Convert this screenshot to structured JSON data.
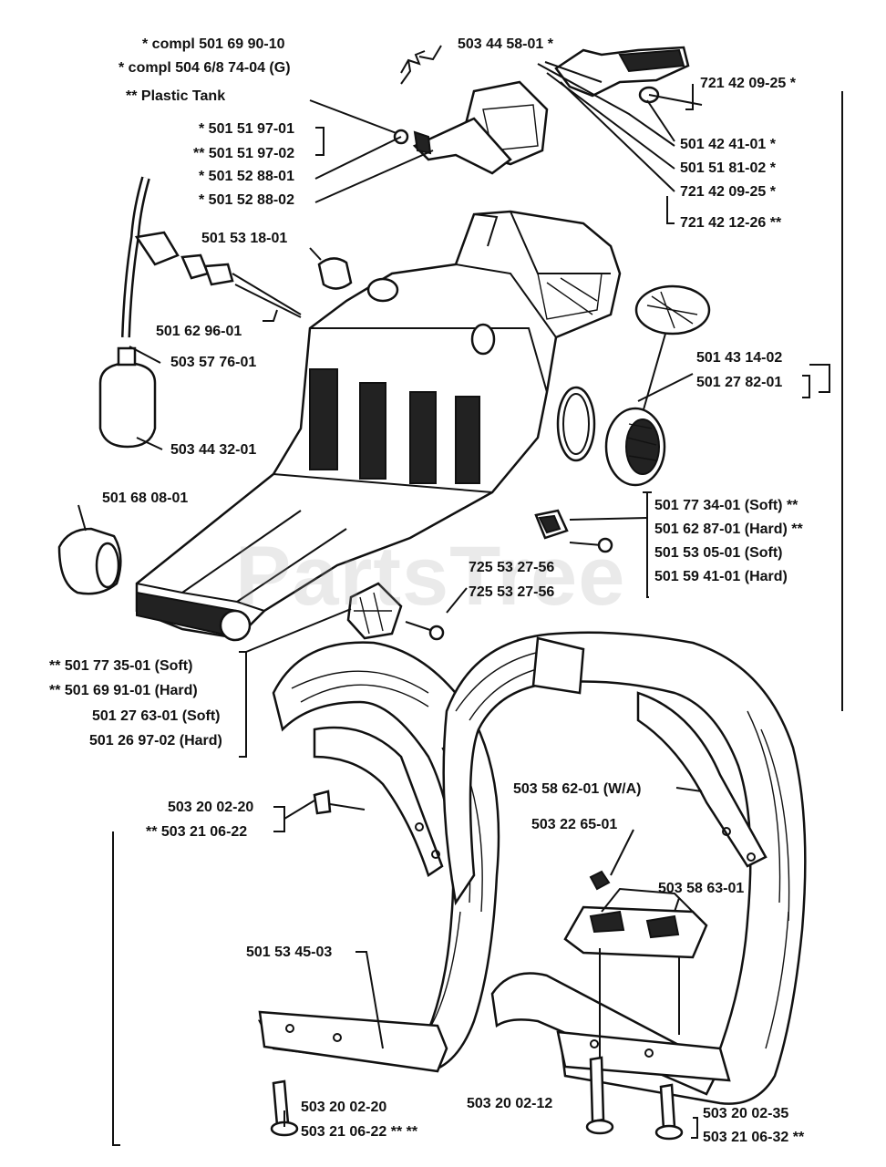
{
  "watermark": "PartsTree",
  "notes": {
    "compl_a": "* compl 501 69 90-10",
    "compl_b": "* compl 504 6/8 74-04 (G)",
    "plastic_tank": "** Plastic Tank"
  },
  "labels": {
    "p503445801": "503 44 58-01 *",
    "p7214209_top": "721 42 09-25 *",
    "p501424101": "501 42 41-01 *",
    "p501518102": "501 51 81-02 *",
    "p7214209_b": "721 42 09-25 *",
    "p721421226": "721 42 12-26 **",
    "p501519701": "* 501 51 97-01",
    "p501519702": "** 501 51 97-02",
    "p501528801": "* 501 52 88-01",
    "p501528802": "* 501 52 88-02",
    "p501531801": "501 53 18-01",
    "p501629601": "501 62 96-01",
    "p503577601": "503 57 76-01",
    "p503443201": "503 44 32-01",
    "p501431402": "501 43 14-02",
    "p501278201": "501 27 82-01",
    "p501680801": "501 68 08-01",
    "p501773401": "501 77 34-01 (Soft) **",
    "p501628701": "501 62 87-01 (Hard) **",
    "p501530501": "501 53 05-01 (Soft)",
    "p501594101": "501 59 41-01 (Hard)",
    "p725532756a": "725 53 27-56",
    "p725532756b": "725 53 27-56",
    "p501773501": "** 501 77 35-01 (Soft)",
    "p501699101": "** 501 69 91-01 (Hard)",
    "p501276301": "501 27 63-01 (Soft)",
    "p501269702": "501 26 97-02 (Hard)",
    "p503200220a": "503 20 02-20",
    "p503210622a": "** 503 21 06-22",
    "p503586201": "503 58 62-01 (W/A)",
    "p503226501": "503 22 65-01",
    "p503586301": "503 58 63-01",
    "p501534503": "501 53 45-03",
    "p503200220b": "503 20 02-20",
    "p503210622b": "503 21 06-22 ** **",
    "p503200212": "503 20 02-12",
    "p503200235": "503 20 02-35",
    "p503210632": "503 21 06-32 **"
  }
}
